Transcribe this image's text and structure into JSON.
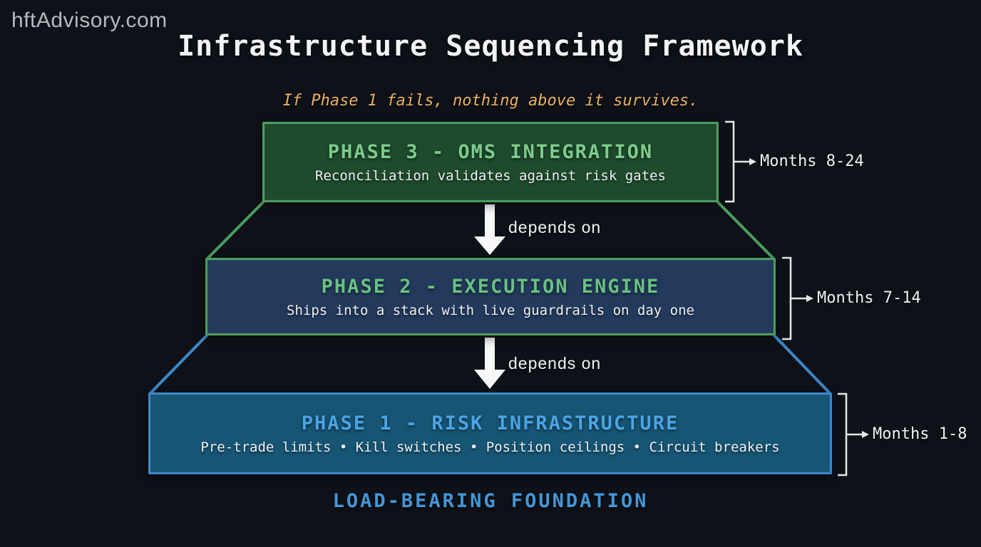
{
  "watermark": "hftAdvisory.com",
  "title": "Infrastructure Sequencing Framework",
  "tagline": "If Phase 1 fails, nothing above it survives.",
  "caption": "LOAD-BEARING FOUNDATION",
  "phases": [
    {
      "id": "phase-3",
      "title": "PHASE 3 - OMS INTEGRATION",
      "subtitle": "Reconciliation validates against risk gates",
      "months": "Months 8-24",
      "accent_color": "#7ecb8c",
      "border_color": "#4d9c5e",
      "fill_color": "#1e4b2d"
    },
    {
      "id": "phase-2",
      "title": "PHASE 2 - EXECUTION ENGINE",
      "subtitle": "Ships into a stack with live guardrails on day one",
      "months": "Months 7-14",
      "accent_color": "#68c182",
      "border_color": "#4d9c5e",
      "fill_color": "#233a5c"
    },
    {
      "id": "phase-1",
      "title": "PHASE 1 - RISK INFRASTRUCTURE",
      "subtitle": "Pre-trade limits • Kill switches • Position ceilings • Circuit breakers",
      "months": "Months 1-8",
      "accent_color": "#4aa5e6",
      "border_color": "#3d87c8",
      "fill_color": "#175574"
    }
  ],
  "dependency_labels": [
    "depends on",
    "depends on"
  ],
  "colors": {
    "background": "#0e1218",
    "tagline_amber": "#e8b064",
    "caption_blue": "#4496d8",
    "bracket_white": "#e6e8e9",
    "arrow_white": "#f7f8f8",
    "watermark_gray": "#b5b9bd"
  }
}
